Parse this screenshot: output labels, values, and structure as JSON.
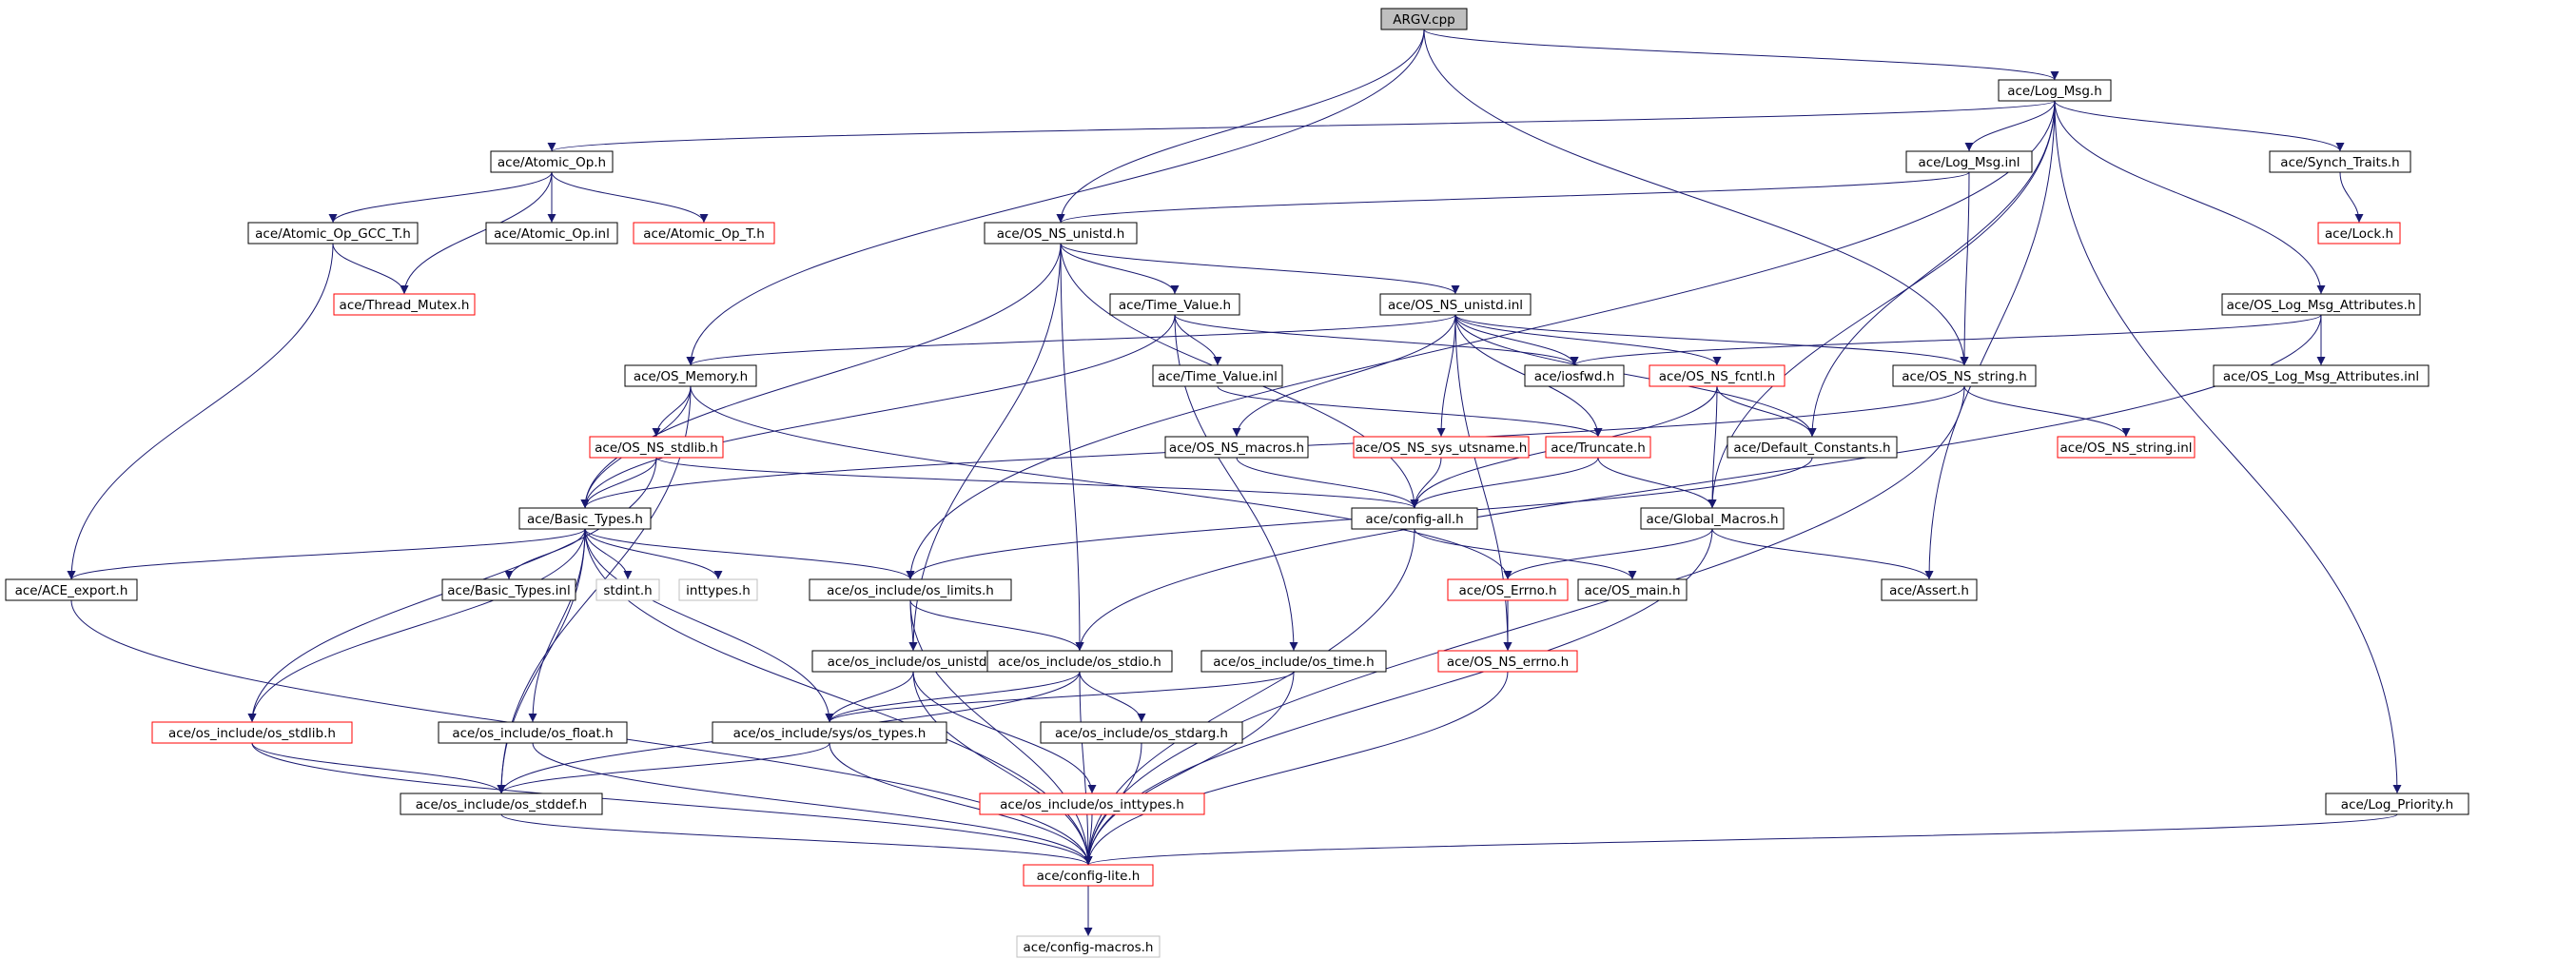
{
  "colors": {
    "edge": "#191970",
    "border_normal": "#000000",
    "border_incomplete": "#ff0000",
    "border_external": "#bfbfbf",
    "root_fill": "#bfbfbf",
    "node_fill": "#ffffff"
  },
  "nodes": [
    {
      "id": "argv_cpp",
      "label": "ARGV.cpp",
      "kind": "root"
    },
    {
      "id": "log_msg_h",
      "label": "ace/Log_Msg.h",
      "kind": "normal"
    },
    {
      "id": "atomic_op_h",
      "label": "ace/Atomic_Op.h",
      "kind": "normal"
    },
    {
      "id": "log_msg_inl",
      "label": "ace/Log_Msg.inl",
      "kind": "normal"
    },
    {
      "id": "synch_traits_h",
      "label": "ace/Synch_Traits.h",
      "kind": "normal"
    },
    {
      "id": "atomic_op_gcc_t_h",
      "label": "ace/Atomic_Op_GCC_T.h",
      "kind": "normal"
    },
    {
      "id": "atomic_op_inl",
      "label": "ace/Atomic_Op.inl",
      "kind": "normal"
    },
    {
      "id": "atomic_op_t_h",
      "label": "ace/Atomic_Op_T.h",
      "kind": "incomplete"
    },
    {
      "id": "os_ns_unistd_h",
      "label": "ace/OS_NS_unistd.h",
      "kind": "normal"
    },
    {
      "id": "lock_h",
      "label": "ace/Lock.h",
      "kind": "incomplete"
    },
    {
      "id": "thread_mutex_h",
      "label": "ace/Thread_Mutex.h",
      "kind": "incomplete"
    },
    {
      "id": "time_value_h",
      "label": "ace/Time_Value.h",
      "kind": "normal"
    },
    {
      "id": "os_ns_unistd_inl",
      "label": "ace/OS_NS_unistd.inl",
      "kind": "normal"
    },
    {
      "id": "os_log_msg_attr_h",
      "label": "ace/OS_Log_Msg_Attributes.h",
      "kind": "normal"
    },
    {
      "id": "os_memory_h",
      "label": "ace/OS_Memory.h",
      "kind": "normal"
    },
    {
      "id": "time_value_inl",
      "label": "ace/Time_Value.inl",
      "kind": "normal"
    },
    {
      "id": "iosfwd_h",
      "label": "ace/iosfwd.h",
      "kind": "normal"
    },
    {
      "id": "os_ns_fcntl_h",
      "label": "ace/OS_NS_fcntl.h",
      "kind": "incomplete"
    },
    {
      "id": "os_ns_string_h",
      "label": "ace/OS_NS_string.h",
      "kind": "normal"
    },
    {
      "id": "os_log_msg_attr_inl",
      "label": "ace/OS_Log_Msg_Attributes.inl",
      "kind": "normal"
    },
    {
      "id": "os_ns_stdlib_h",
      "label": "ace/OS_NS_stdlib.h",
      "kind": "incomplete"
    },
    {
      "id": "os_ns_macros_h",
      "label": "ace/OS_NS_macros.h",
      "kind": "normal"
    },
    {
      "id": "os_ns_sys_utsname_h",
      "label": "ace/OS_NS_sys_utsname.h",
      "kind": "incomplete"
    },
    {
      "id": "truncate_h",
      "label": "ace/Truncate.h",
      "kind": "incomplete"
    },
    {
      "id": "default_constants_h",
      "label": "ace/Default_Constants.h",
      "kind": "normal"
    },
    {
      "id": "os_ns_string_inl",
      "label": "ace/OS_NS_string.inl",
      "kind": "incomplete"
    },
    {
      "id": "basic_types_h",
      "label": "ace/Basic_Types.h",
      "kind": "normal"
    },
    {
      "id": "config_all_h",
      "label": "ace/config-all.h",
      "kind": "normal"
    },
    {
      "id": "global_macros_h",
      "label": "ace/Global_Macros.h",
      "kind": "normal"
    },
    {
      "id": "ace_export_h",
      "label": "ace/ACE_export.h",
      "kind": "normal"
    },
    {
      "id": "basic_types_inl",
      "label": "ace/Basic_Types.inl",
      "kind": "normal"
    },
    {
      "id": "stdint_h",
      "label": "stdint.h",
      "kind": "external"
    },
    {
      "id": "inttypes_h",
      "label": "inttypes.h",
      "kind": "external"
    },
    {
      "id": "os_limits_h",
      "label": "ace/os_include/os_limits.h",
      "kind": "normal"
    },
    {
      "id": "os_errno_h",
      "label": "ace/OS_Errno.h",
      "kind": "incomplete"
    },
    {
      "id": "os_main_h",
      "label": "ace/OS_main.h",
      "kind": "normal"
    },
    {
      "id": "assert_h",
      "label": "ace/Assert.h",
      "kind": "normal"
    },
    {
      "id": "os_unistd_h",
      "label": "ace/os_include/os_unistd.h",
      "kind": "normal"
    },
    {
      "id": "os_stdio_h",
      "label": "ace/os_include/os_stdio.h",
      "kind": "normal"
    },
    {
      "id": "os_time_h",
      "label": "ace/os_include/os_time.h",
      "kind": "normal"
    },
    {
      "id": "os_ns_errno_h",
      "label": "ace/OS_NS_errno.h",
      "kind": "incomplete"
    },
    {
      "id": "os_stdlib_h",
      "label": "ace/os_include/os_stdlib.h",
      "kind": "incomplete"
    },
    {
      "id": "os_float_h",
      "label": "ace/os_include/os_float.h",
      "kind": "normal"
    },
    {
      "id": "sys_os_types_h",
      "label": "ace/os_include/sys/os_types.h",
      "kind": "normal"
    },
    {
      "id": "os_stdarg_h",
      "label": "ace/os_include/os_stdarg.h",
      "kind": "normal"
    },
    {
      "id": "os_stddef_h",
      "label": "ace/os_include/os_stddef.h",
      "kind": "normal"
    },
    {
      "id": "os_inttypes_h",
      "label": "ace/os_include/os_inttypes.h",
      "kind": "incomplete"
    },
    {
      "id": "log_priority_h",
      "label": "ace/Log_Priority.h",
      "kind": "normal"
    },
    {
      "id": "config_lite_h",
      "label": "ace/config-lite.h",
      "kind": "incomplete"
    },
    {
      "id": "config_macros_h",
      "label": "ace/config-macros.h",
      "kind": "external"
    }
  ],
  "edges": [
    [
      "argv_cpp",
      "log_msg_h"
    ],
    [
      "argv_cpp",
      "os_ns_unistd_h"
    ],
    [
      "argv_cpp",
      "os_memory_h"
    ],
    [
      "argv_cpp",
      "os_ns_string_h"
    ],
    [
      "log_msg_h",
      "atomic_op_h"
    ],
    [
      "log_msg_h",
      "log_msg_inl"
    ],
    [
      "log_msg_h",
      "synch_traits_h"
    ],
    [
      "log_msg_h",
      "os_log_msg_attr_h"
    ],
    [
      "log_msg_h",
      "default_constants_h"
    ],
    [
      "log_msg_h",
      "os_limits_h"
    ],
    [
      "log_msg_h",
      "global_macros_h"
    ],
    [
      "log_msg_h",
      "assert_h"
    ],
    [
      "log_msg_h",
      "log_priority_h"
    ],
    [
      "atomic_op_h",
      "atomic_op_gcc_t_h"
    ],
    [
      "atomic_op_h",
      "atomic_op_inl"
    ],
    [
      "atomic_op_h",
      "atomic_op_t_h"
    ],
    [
      "atomic_op_h",
      "thread_mutex_h"
    ],
    [
      "atomic_op_gcc_t_h",
      "thread_mutex_h"
    ],
    [
      "atomic_op_gcc_t_h",
      "ace_export_h"
    ],
    [
      "log_msg_inl",
      "os_ns_unistd_h"
    ],
    [
      "log_msg_inl",
      "os_ns_string_h"
    ],
    [
      "synch_traits_h",
      "lock_h"
    ],
    [
      "os_ns_unistd_h",
      "time_value_h"
    ],
    [
      "os_ns_unistd_h",
      "os_ns_unistd_inl"
    ],
    [
      "os_ns_unistd_h",
      "basic_types_h"
    ],
    [
      "os_ns_unistd_h",
      "os_unistd_h"
    ],
    [
      "os_ns_unistd_h",
      "os_stdio_h"
    ],
    [
      "os_ns_unistd_h",
      "config_all_h"
    ],
    [
      "time_value_h",
      "time_value_inl"
    ],
    [
      "time_value_h",
      "iosfwd_h"
    ],
    [
      "time_value_h",
      "basic_types_h"
    ],
    [
      "time_value_h",
      "os_time_h"
    ],
    [
      "os_ns_unistd_inl",
      "os_memory_h"
    ],
    [
      "os_ns_unistd_inl",
      "iosfwd_h"
    ],
    [
      "os_ns_unistd_inl",
      "os_ns_fcntl_h"
    ],
    [
      "os_ns_unistd_inl",
      "os_ns_string_h"
    ],
    [
      "os_ns_unistd_inl",
      "os_ns_macros_h"
    ],
    [
      "os_ns_unistd_inl",
      "os_ns_sys_utsname_h"
    ],
    [
      "os_ns_unistd_inl",
      "truncate_h"
    ],
    [
      "os_ns_unistd_inl",
      "default_constants_h"
    ],
    [
      "os_ns_unistd_inl",
      "os_ns_errno_h"
    ],
    [
      "os_log_msg_attr_h",
      "os_log_msg_attr_inl"
    ],
    [
      "os_log_msg_attr_h",
      "iosfwd_h"
    ],
    [
      "os_log_msg_attr_h",
      "os_stdio_h"
    ],
    [
      "os_memory_h",
      "os_ns_stdlib_h"
    ],
    [
      "os_memory_h",
      "basic_types_h"
    ],
    [
      "os_memory_h",
      "os_errno_h"
    ],
    [
      "os_memory_h",
      "os_stddef_h"
    ],
    [
      "time_value_inl",
      "truncate_h"
    ],
    [
      "os_ns_fcntl_h",
      "default_constants_h"
    ],
    [
      "os_ns_fcntl_h",
      "global_macros_h"
    ],
    [
      "os_ns_fcntl_h",
      "config_all_h"
    ],
    [
      "os_ns_string_h",
      "os_ns_string_inl"
    ],
    [
      "os_ns_string_h",
      "basic_types_h"
    ],
    [
      "os_ns_string_h",
      "config_lite_h"
    ],
    [
      "os_ns_stdlib_h",
      "basic_types_h"
    ],
    [
      "os_ns_stdlib_h",
      "config_all_h"
    ],
    [
      "os_ns_stdlib_h",
      "os_stdlib_h"
    ],
    [
      "os_ns_macros_h",
      "config_all_h"
    ],
    [
      "os_ns_sys_utsname_h",
      "config_all_h"
    ],
    [
      "truncate_h",
      "config_all_h"
    ],
    [
      "truncate_h",
      "global_macros_h"
    ],
    [
      "default_constants_h",
      "os_limits_h"
    ],
    [
      "basic_types_h",
      "ace_export_h"
    ],
    [
      "basic_types_h",
      "basic_types_inl"
    ],
    [
      "basic_types_h",
      "stdint_h"
    ],
    [
      "basic_types_h",
      "inttypes_h"
    ],
    [
      "basic_types_h",
      "os_limits_h"
    ],
    [
      "basic_types_h",
      "os_stdlib_h"
    ],
    [
      "basic_types_h",
      "os_float_h"
    ],
    [
      "basic_types_h",
      "sys_os_types_h"
    ],
    [
      "basic_types_h",
      "os_stddef_h"
    ],
    [
      "basic_types_h",
      "config_lite_h"
    ],
    [
      "config_all_h",
      "os_main_h"
    ],
    [
      "config_all_h",
      "config_lite_h"
    ],
    [
      "global_macros_h",
      "os_errno_h"
    ],
    [
      "global_macros_h",
      "assert_h"
    ],
    [
      "global_macros_h",
      "config_lite_h"
    ],
    [
      "ace_export_h",
      "config_lite_h"
    ],
    [
      "os_limits_h",
      "os_unistd_h"
    ],
    [
      "os_limits_h",
      "os_stdio_h"
    ],
    [
      "os_limits_h",
      "config_lite_h"
    ],
    [
      "os_errno_h",
      "os_ns_errno_h"
    ],
    [
      "os_unistd_h",
      "sys_os_types_h"
    ],
    [
      "os_unistd_h",
      "os_inttypes_h"
    ],
    [
      "os_unistd_h",
      "config_lite_h"
    ],
    [
      "os_stdio_h",
      "sys_os_types_h"
    ],
    [
      "os_stdio_h",
      "os_stdarg_h"
    ],
    [
      "os_stdio_h",
      "os_stddef_h"
    ],
    [
      "os_stdio_h",
      "config_lite_h"
    ],
    [
      "os_time_h",
      "sys_os_types_h"
    ],
    [
      "os_time_h",
      "config_lite_h"
    ],
    [
      "os_ns_errno_h",
      "config_lite_h"
    ],
    [
      "os_stdlib_h",
      "os_stddef_h"
    ],
    [
      "os_stdlib_h",
      "config_lite_h"
    ],
    [
      "os_float_h",
      "config_lite_h"
    ],
    [
      "sys_os_types_h",
      "os_stddef_h"
    ],
    [
      "sys_os_types_h",
      "config_lite_h"
    ],
    [
      "os_stdarg_h",
      "config_lite_h"
    ],
    [
      "os_stddef_h",
      "config_lite_h"
    ],
    [
      "os_inttypes_h",
      "config_lite_h"
    ],
    [
      "log_priority_h",
      "config_lite_h"
    ],
    [
      "config_lite_h",
      "config_macros_h"
    ]
  ]
}
